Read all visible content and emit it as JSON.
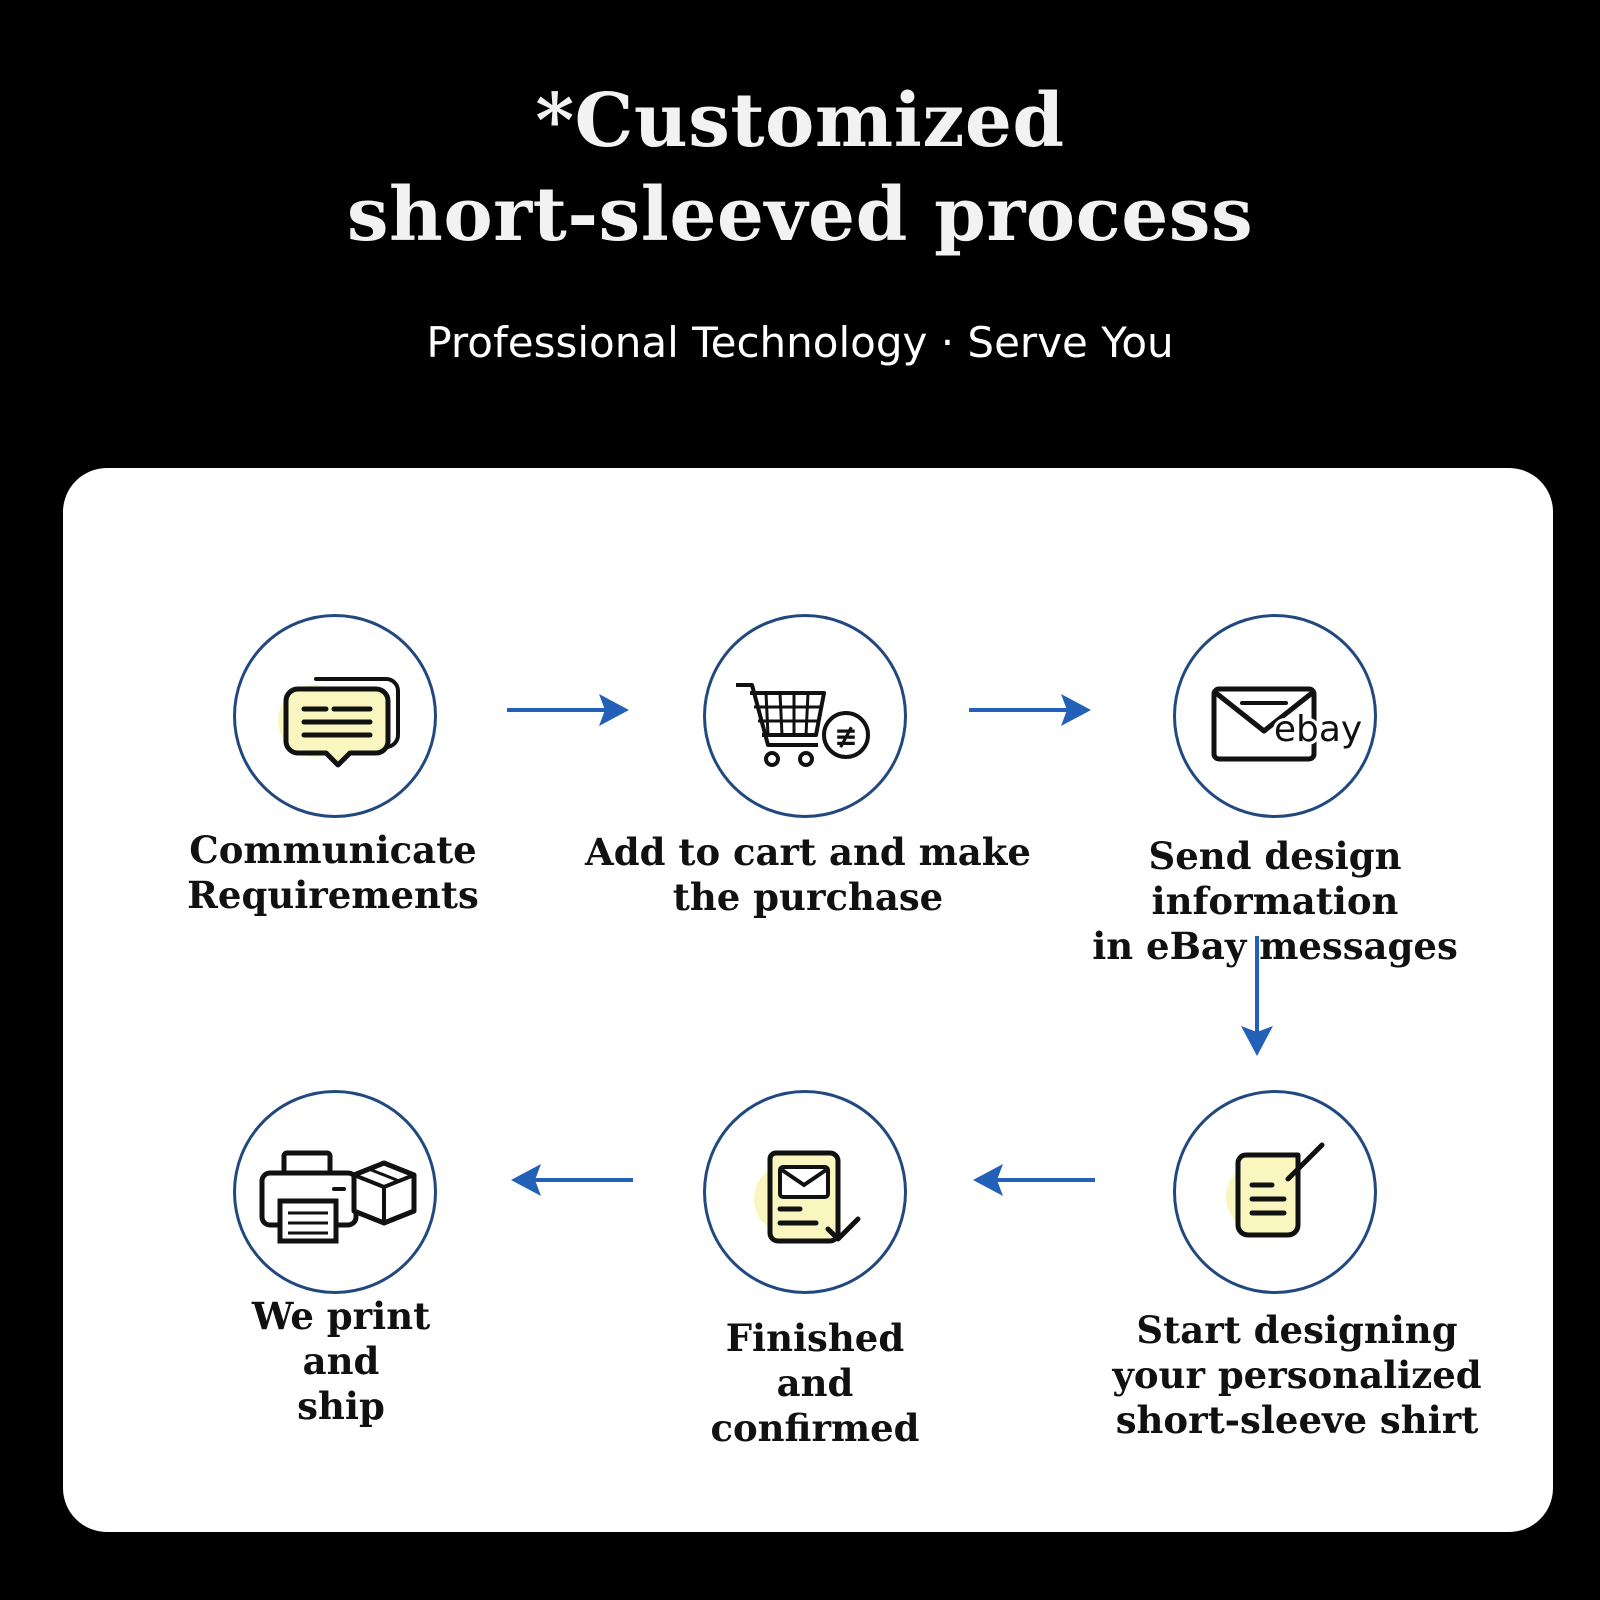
{
  "header": {
    "title_line1": "*Customized",
    "title_line2": "short-sleeved process",
    "subtitle": "Professional Technology · Serve You"
  },
  "steps": [
    {
      "label": "Communicate\nRequirements",
      "icon": "chat-bubbles-icon"
    },
    {
      "label": "Add to cart and make\nthe purchase",
      "icon": "shopping-cart-icon"
    },
    {
      "label": "Send design information\nin eBay messages",
      "icon": "ebay-envelope-icon"
    },
    {
      "label": "Start designing\nyour personalized\nshort-sleeve shirt",
      "icon": "document-pen-icon"
    },
    {
      "label": "Finished\nand\nconfirmed",
      "icon": "document-check-icon"
    },
    {
      "label": "We print\nand\nship",
      "icon": "printer-box-icon"
    }
  ],
  "icon_text": {
    "ebay": "ebay",
    "coin": "≢"
  },
  "colors": {
    "background": "#000000",
    "panel": "#ffffff",
    "circle_border": "#21487f",
    "arrow": "#2361b8",
    "highlight": "#faf6c0",
    "icon_stroke": "#111111"
  }
}
